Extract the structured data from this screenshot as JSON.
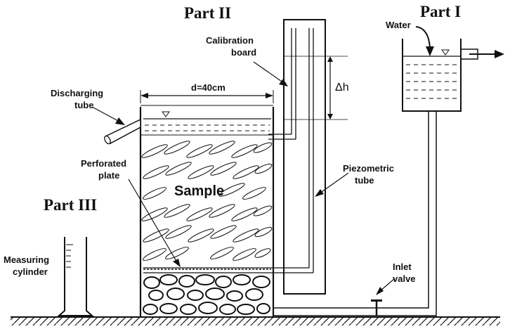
{
  "parts": {
    "part1": "Part I",
    "part2": "Part II",
    "part3": "Part III"
  },
  "labels": {
    "water": "Water",
    "calibration_line1": "Calibration",
    "calibration_line2": "board",
    "delta_h": "Δh",
    "discharging_line1": "Discharging",
    "discharging_line2": "tube",
    "diameter": "d=40cm",
    "perforated_line1": "Perforated",
    "perforated_line2": "plate",
    "sample": "Sample",
    "piezometric_line1": "Piezometric",
    "piezometric_line2": "tube",
    "measuring_line1": "Measuring",
    "measuring_line2": "cylinder",
    "inlet_line1": "Inlet",
    "inlet_line2": "valve"
  }
}
